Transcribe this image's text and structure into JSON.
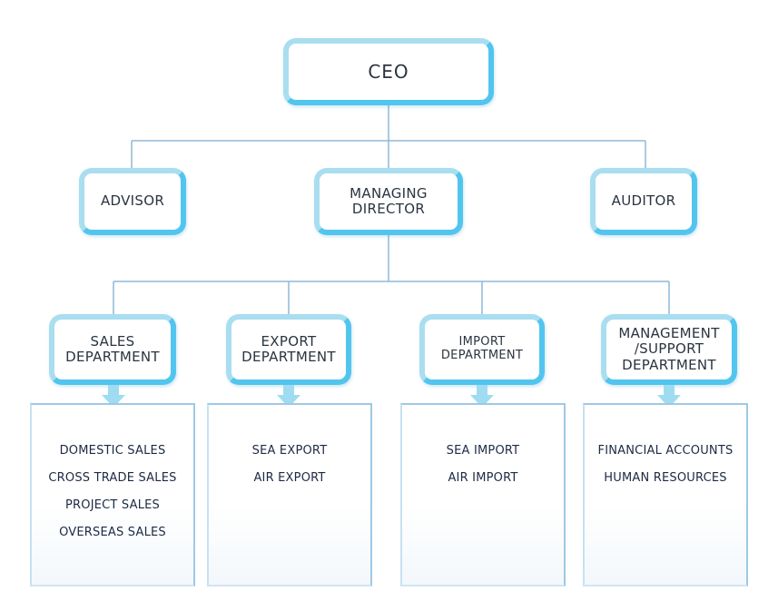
{
  "top": {
    "label": "CEO"
  },
  "second_level": [
    {
      "id": "advisor",
      "label": "ADVISOR"
    },
    {
      "id": "managing",
      "label": "MANAGING\nDIRECTOR"
    },
    {
      "id": "auditor",
      "label": "AUDITOR"
    }
  ],
  "departments": [
    {
      "label": "SALES\nDEPARTMENT",
      "items": [
        "DOMESTIC SALES",
        "CROSS TRADE SALES",
        "PROJECT SALES",
        "OVERSEAS SALES"
      ]
    },
    {
      "label": "EXPORT\nDEPARTMENT",
      "items": [
        "SEA EXPORT",
        "AIR EXPORT"
      ]
    },
    {
      "label": "IMPORT\nDEPARTMENT",
      "items": [
        "SEA IMPORT",
        "AIR IMPORT"
      ]
    },
    {
      "label": "MANAGEMENT\n/SUPPORT\nDEPARTMENT",
      "items": [
        "FINANCIAL ACCOUNTS",
        "HUMAN RESOURCES"
      ]
    }
  ],
  "colors": {
    "box_border_light": "#a9def0",
    "box_border_dark": "#52c5ee",
    "connector": "#8fb8d8",
    "arrow": "#9fdcf2",
    "panel_border": "#9ec8e6"
  }
}
